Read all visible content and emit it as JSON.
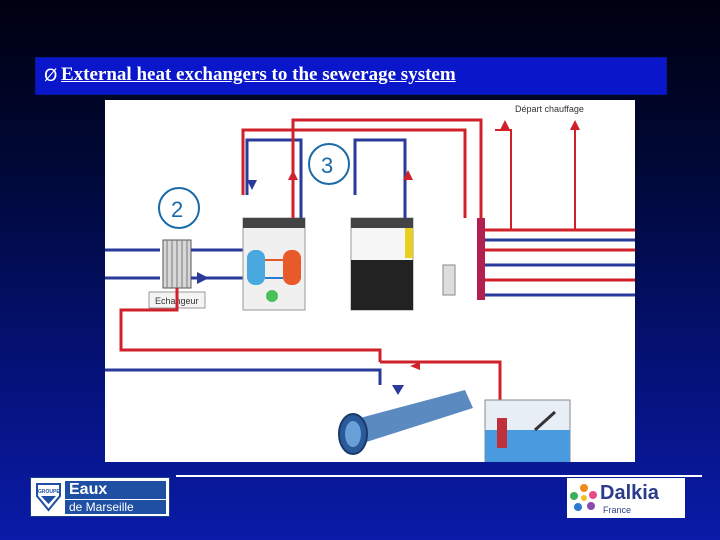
{
  "slide": {
    "bullet": "Ø",
    "title": "External heat exchangers to the sewerage system"
  },
  "diagram": {
    "number_2": "2",
    "number_3": "3",
    "exchanger_label": "Echangeur",
    "heating_label": "Départ chauffage"
  },
  "logos": {
    "eaux_line1": "Eaux",
    "eaux_line2": "de Marseille",
    "eaux_emblem": "GROUPE",
    "dalkia_name": "Dalkia",
    "dalkia_sub": "France"
  },
  "colors": {
    "hot_pipe": "#d0202a",
    "cold_pipe": "#2a3a9a",
    "title_bar": "#0a16c9"
  }
}
